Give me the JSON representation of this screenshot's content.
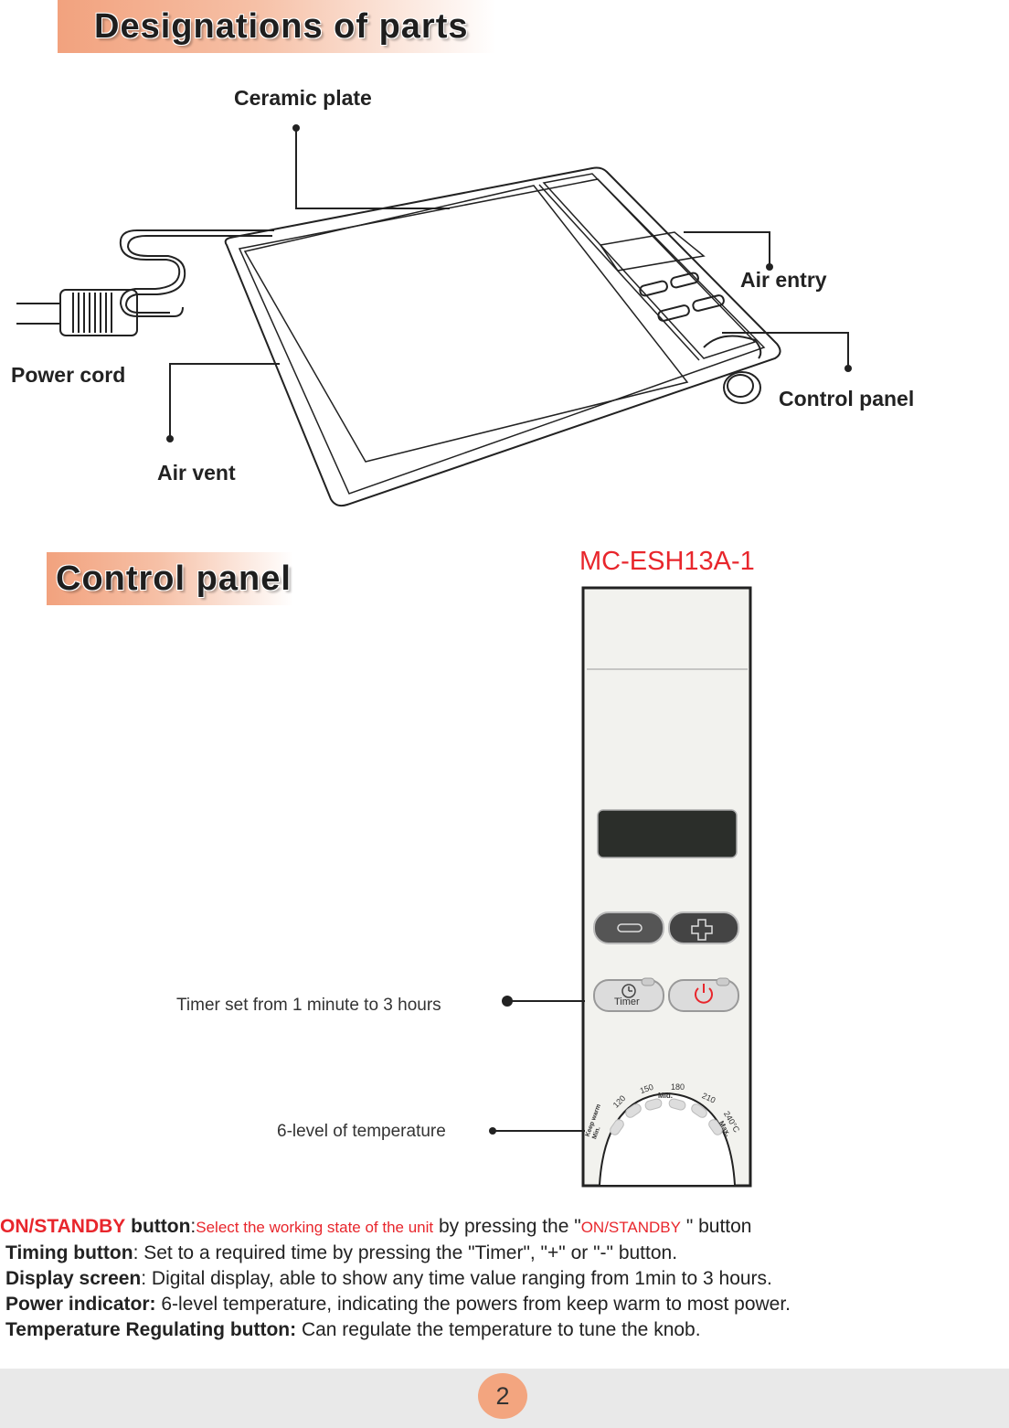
{
  "section1": {
    "title": "Designations of parts"
  },
  "parts": {
    "ceramic_plate": "Ceramic plate",
    "air_entry": "Air entry",
    "power_cord": "Power cord",
    "control_panel": "Control panel",
    "air_vent": "Air vent"
  },
  "section2": {
    "title": "Control panel",
    "model": "MC-ESH13A-1"
  },
  "panel": {
    "timer_note": "Timer set from 1 minute to 3 hours",
    "temp_note": "6-level of temperature",
    "timer_label": "Timer",
    "scale": [
      "Keep warm Min.",
      "120",
      "150",
      "180",
      "210",
      "240°C"
    ],
    "scale_mid": "Mid.",
    "scale_max": "Max."
  },
  "descriptions": {
    "onstandby_term": "ON/STANDBY",
    "onstandby_word": "button",
    "onstandby_colon": ":",
    "onstandby_red": "Select the working state of the unit",
    "onstandby_text1": "by pressing the \"",
    "onstandby_red2": "ON/STANDBY",
    "onstandby_text2": "\" button",
    "timing_term": "Timing button",
    "timing_text": ": Set to a required time by pressing the \"Timer\", \"+\" or \"-\" button.",
    "display_term": "Display screen",
    "display_text": ": Digital display, able to show any time value ranging from 1min to 3 hours.",
    "power_term": "Power indicator:",
    "power_text": " 6-level temperature, indicating the powers from keep warm to most power.",
    "temp_term": "Temperature Regulating button:",
    "temp_text": " Can regulate the temperature to tune the knob."
  },
  "page_number": "2"
}
